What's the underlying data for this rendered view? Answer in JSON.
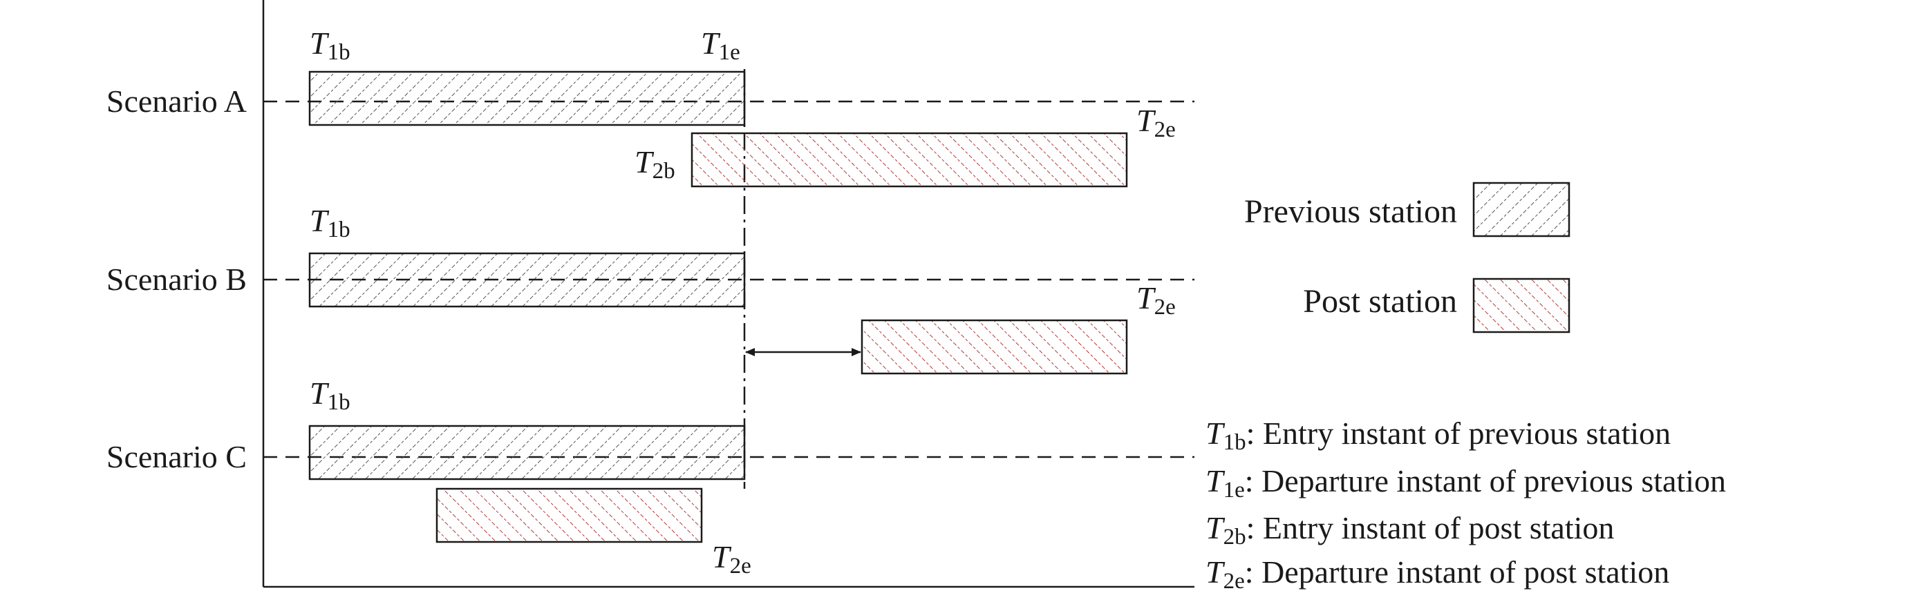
{
  "scenarios": [
    {
      "label": "Scenario A"
    },
    {
      "label": "Scenario B"
    },
    {
      "label": "Scenario C"
    }
  ],
  "time_marks": {
    "T": "T",
    "sub_1b": "1b",
    "sub_1e": "1e",
    "sub_2b": "2b",
    "sub_2e": "2e"
  },
  "legend": {
    "previous": "Previous station",
    "post": "Post station"
  },
  "definitions": [
    {
      "symbol": "T",
      "sub": "1b",
      "text": ": Entry instant of previous station"
    },
    {
      "symbol": "T",
      "sub": "1e",
      "text": ": Departure instant of previous station"
    },
    {
      "symbol": "T",
      "sub": "2b",
      "text": ": Entry instant of post station"
    },
    {
      "symbol": "T",
      "sub": "2e",
      "text": ": Departure instant of post station"
    }
  ],
  "colors": {
    "line": "#1a1a1a",
    "previous_hatch": "#555555",
    "post_hatch": "#b03a3a",
    "background": "#ffffff"
  }
}
